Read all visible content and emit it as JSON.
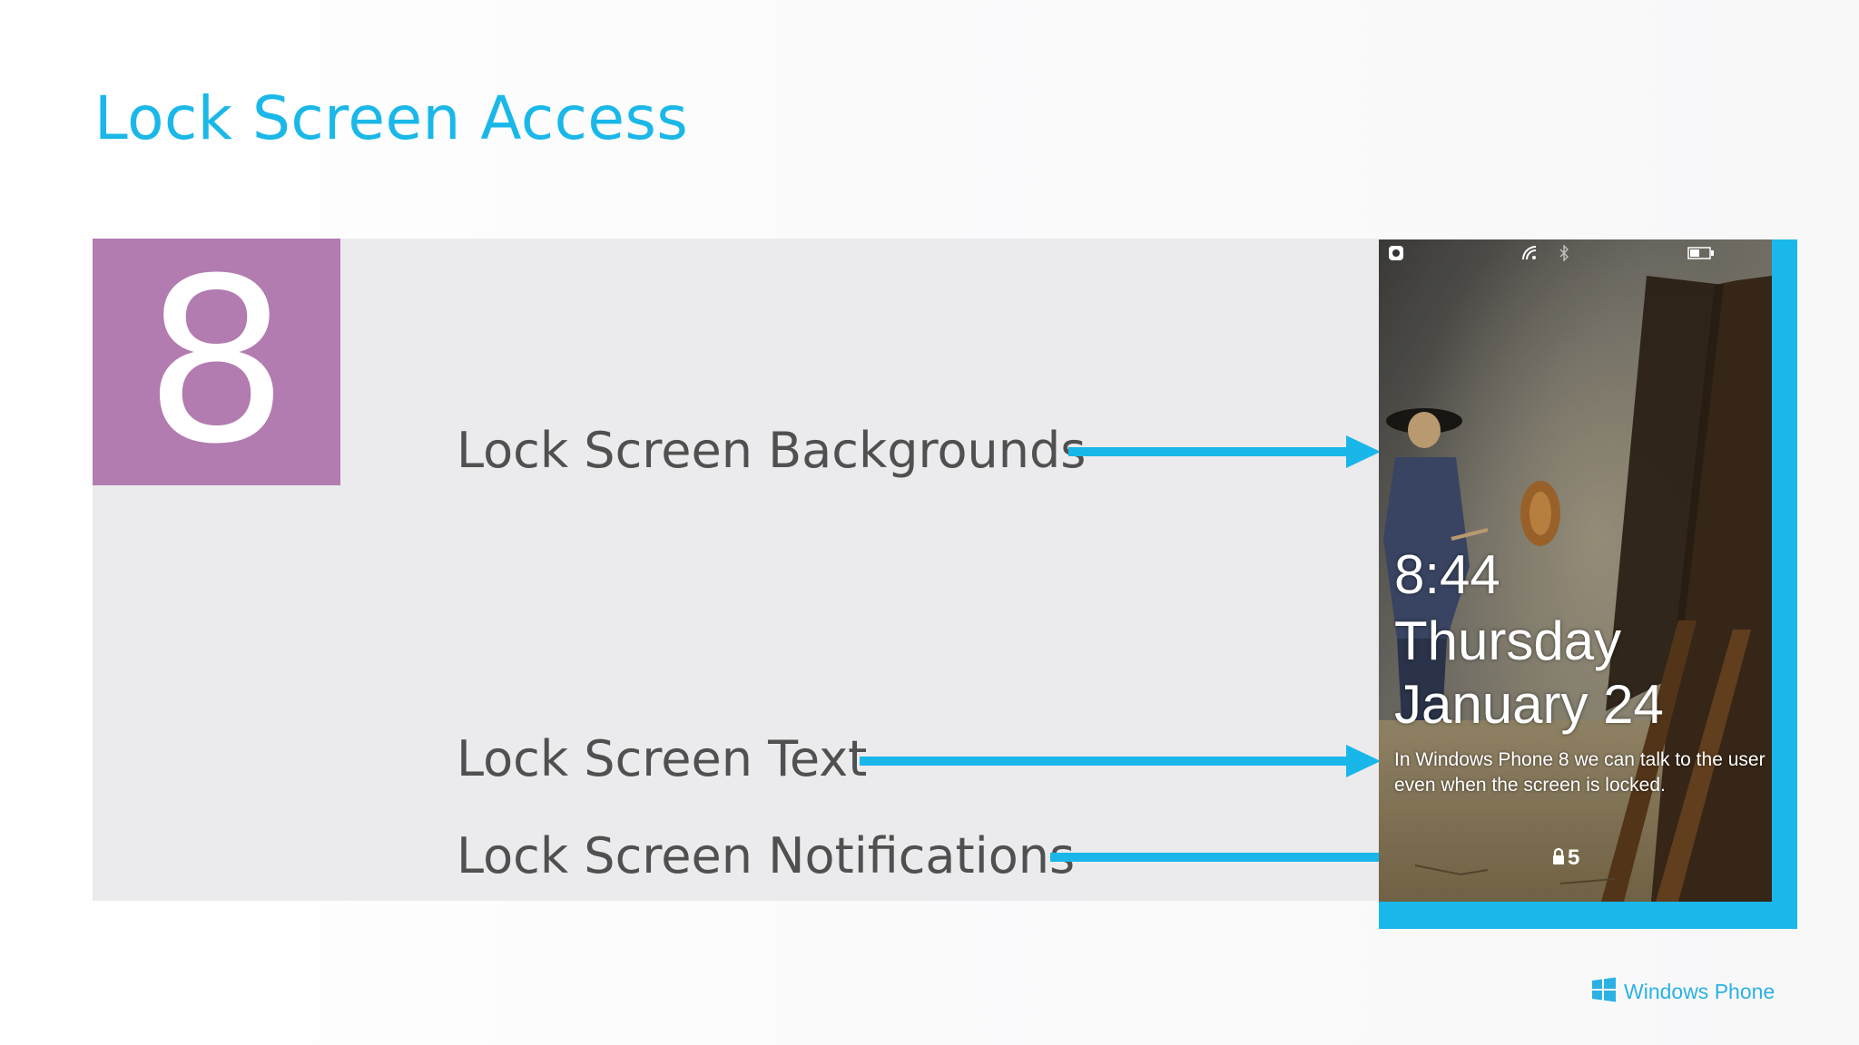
{
  "slide": {
    "title": "Lock Screen Access",
    "tile_number": "8",
    "labels": {
      "backgrounds": "Lock Screen Backgrounds",
      "text": "Lock Screen Text",
      "notifications": "Lock Screen Notifications"
    }
  },
  "phone": {
    "time": "8:44",
    "day": "Thursday",
    "date": "January 24",
    "message": "In Windows Phone 8 we can talk to the user even when the screen is locked.",
    "notification_count": "5",
    "status_icons": [
      "app-icon",
      "wifi-icon",
      "bluetooth-icon",
      "battery-icon"
    ]
  },
  "brand": {
    "text": "Windows Phone"
  },
  "colors": {
    "accent": "#1ab8e8",
    "tile": "#b27cb0",
    "panel": "#ebeaed",
    "label_text": "#505050"
  }
}
